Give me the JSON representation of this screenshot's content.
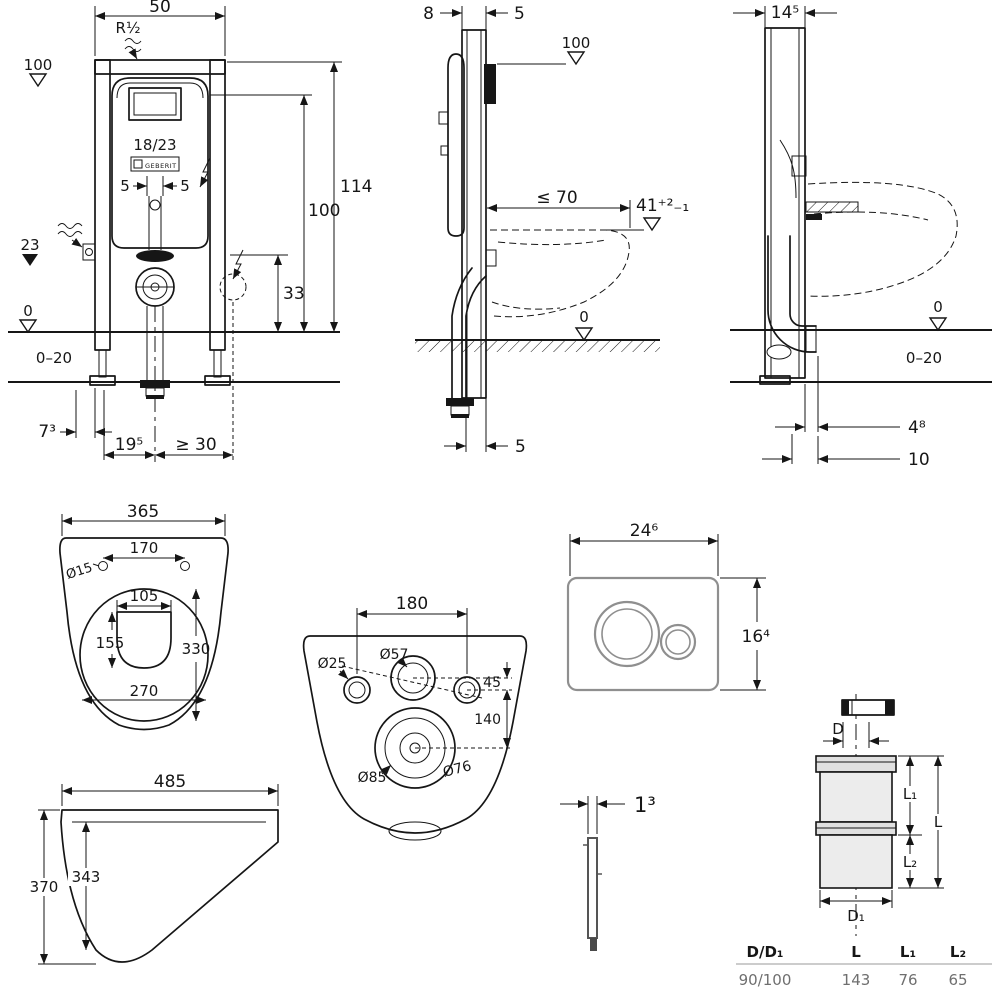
{
  "page": {
    "background": "#ffffff",
    "line_color": "#161616",
    "muted_color": "#6f6f6f",
    "plate_color": "#8f8f8f"
  },
  "symbols": {
    "level_marker_open": "▽",
    "level_marker_filled": "▼",
    "water_supply_icon": "≋",
    "power_connection_icon": "⚡"
  },
  "frame_front": {
    "width": "50",
    "supply_thread": "R½",
    "level_top": "100",
    "cistern_label": "18/23",
    "brand": "GEBERIT",
    "offset_left": "5",
    "offset_right": "5",
    "level_outlet": "23",
    "level_floor": "0",
    "floor_buildup": "0–20",
    "height_frame": "114",
    "height_actuation": "100",
    "height_outlet": "33",
    "dist_foot": "7³",
    "dist_center": "19⁵",
    "dist_side_min": "≥ 30"
  },
  "frame_side": {
    "depth_rail": "8",
    "depth_plate": "5",
    "level_actuation": "100",
    "bowl_depth_max": "≤ 70",
    "bowl_height": "41⁺²₋₁",
    "level_floor": "0",
    "outlet_offset": "5"
  },
  "frame_side_2": {
    "depth_rail": "14⁵",
    "level_floor": "0",
    "floor_buildup": "0–20",
    "outlet_dist": "4⁸",
    "outlet_len": "10"
  },
  "bowl_top": {
    "width": "365",
    "fixing_dist": "170",
    "fixing_dia": "Ø15",
    "inner_width": "105",
    "inner_len": "155",
    "opening_len": "330",
    "opening_width": "270"
  },
  "bowl_bottom": {
    "hole_dist": "180",
    "hole_small_dia": "Ø25",
    "hole_mid_dia": "Ø57",
    "offset_45": "45",
    "offset_140": "140",
    "outlet_dia_1": "Ø85",
    "outlet_dia_2": "Ø76"
  },
  "plate_front": {
    "width": "24⁶",
    "height": "16⁴"
  },
  "bowl_side": {
    "depth": "485",
    "inner_height": "343",
    "height": "370"
  },
  "plate_side": {
    "thickness": "1³"
  },
  "outlet_pipe": {
    "dia_label": "D",
    "len1_label": "L₁",
    "len_label": "L",
    "len2_label": "L₂",
    "dia1_label": "D₁",
    "table": {
      "headers": [
        "D/D₁",
        "L",
        "L₁",
        "L₂"
      ],
      "values": [
        "90/100",
        "143",
        "76",
        "65"
      ]
    }
  }
}
